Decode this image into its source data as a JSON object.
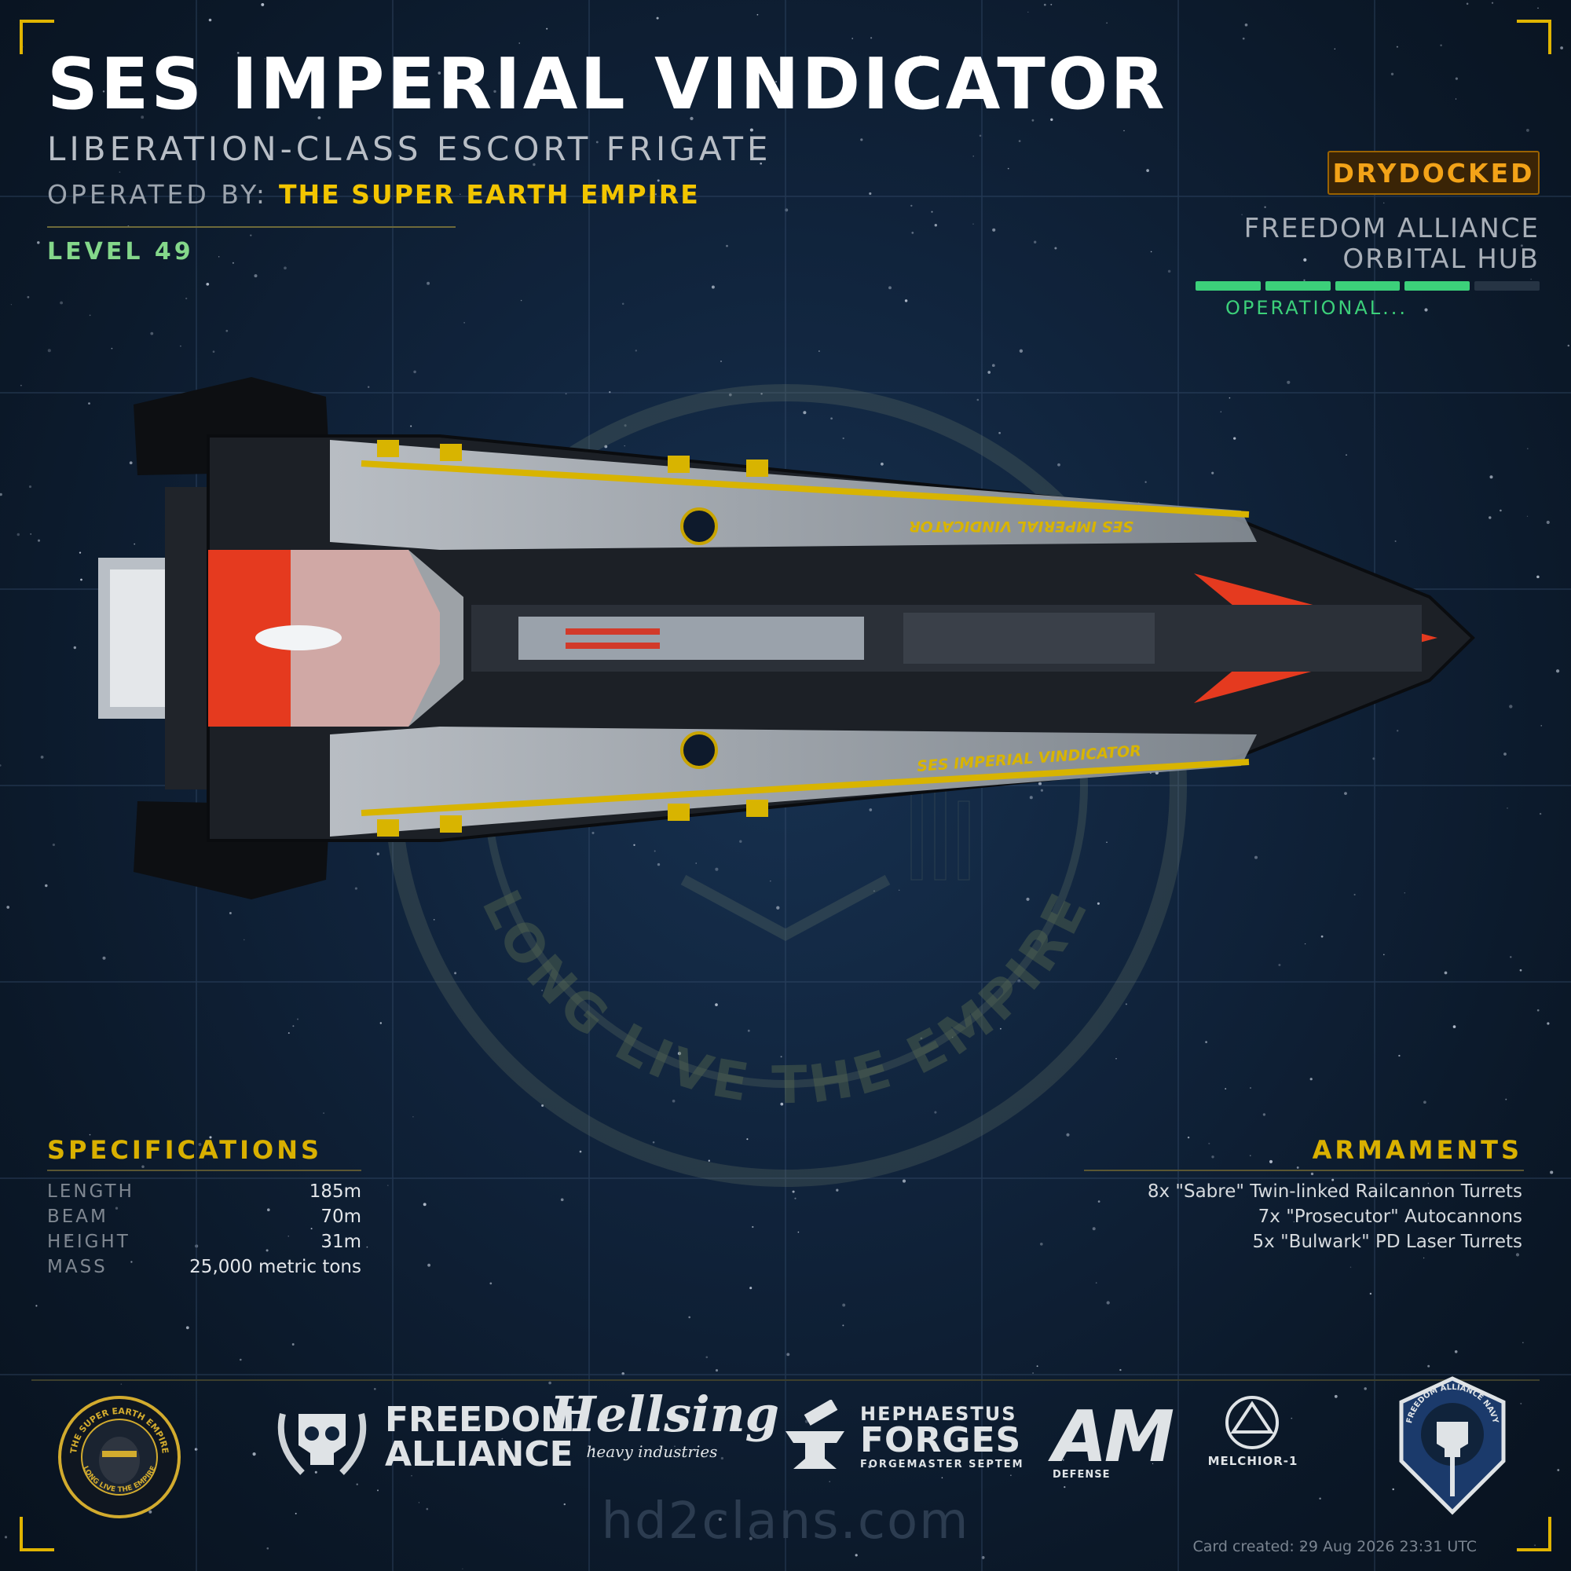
{
  "ship": {
    "name": "SES IMPERIAL VINDICATOR",
    "class": "LIBERATION-CLASS ESCORT FRIGATE",
    "operated_label": "OPERATED BY:",
    "operator": "THE SUPER EARTH EMPIRE",
    "level": "LEVEL 49",
    "hull_name_top": "SES IMPERIAL VINDICATOR",
    "hull_name_bottom": "SES IMPERIAL VINDICATOR"
  },
  "status": {
    "badge": "DRYDOCKED",
    "location_line1": "FREEDOM ALLIANCE",
    "location_line2": "ORBITAL HUB",
    "progress_segments_filled": 4,
    "progress_segments_total": 5,
    "progress_label": "OPERATIONAL..."
  },
  "specifications": {
    "heading": "SPECIFICATIONS",
    "rows": [
      {
        "label": "LENGTH",
        "value": "185m"
      },
      {
        "label": "BEAM",
        "value": "70m"
      },
      {
        "label": "HEIGHT",
        "value": "31m"
      },
      {
        "label": "MASS",
        "value": "25,000 metric tons"
      }
    ]
  },
  "armaments": {
    "heading": "ARMAMENTS",
    "items": [
      "8x \"Sabre\" Twin-linked Railcannon Turrets",
      "7x \"Prosecutor\" Autocannons",
      "5x \"Bulwark\" PD Laser Turrets"
    ]
  },
  "background_emblem_text": "LONG LIVE THE EMPIRE",
  "logos": {
    "super_earth_ring": "THE SUPER EARTH EMPIRE",
    "super_earth_motto": "LONG LIVE THE EMPIRE",
    "freedom_alliance_line1": "FREEDOM",
    "freedom_alliance_line2": "ALLIANCE",
    "hellsing_main": "Hellsing",
    "hellsing_sub": "heavy industries",
    "hephaestus_line1": "HEPHAESTUS",
    "hephaestus_line2": "FORGES",
    "hephaestus_line3": "FORGEMASTER SEPTEM",
    "am_main": "AM",
    "am_sub": "DEFENSE",
    "melchior": "MELCHIOR-1",
    "fan_ring": "FREEDOM ALLIANCE NAVY"
  },
  "footer": {
    "site": "hd2clans.com",
    "created": "Card created: 29 Aug 2026 23:31 UTC"
  },
  "colors": {
    "accent_yellow": "#f2c500",
    "level_green": "#84d78a",
    "status_orange": "#f3a318",
    "progress_green": "#3cd07a",
    "hull_red": "#e53a1f",
    "background_navy": "#10233b"
  }
}
